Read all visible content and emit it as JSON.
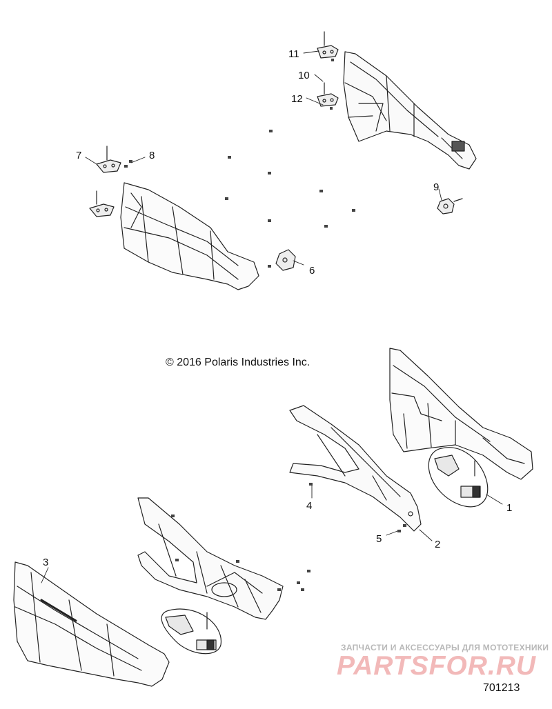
{
  "diagram": {
    "copyright": "© 2016 Polaris Industries Inc.",
    "drawing_number": "701213",
    "callouts": [
      {
        "id": "1",
        "label": "1"
      },
      {
        "id": "2",
        "label": "2"
      },
      {
        "id": "3",
        "label": "3"
      },
      {
        "id": "4",
        "label": "4"
      },
      {
        "id": "5",
        "label": "5"
      },
      {
        "id": "6",
        "label": "6"
      },
      {
        "id": "7",
        "label": "7"
      },
      {
        "id": "8",
        "label": "8"
      },
      {
        "id": "9",
        "label": "9"
      },
      {
        "id": "10",
        "label": "10"
      },
      {
        "id": "11",
        "label": "11"
      },
      {
        "id": "12",
        "label": "12"
      }
    ]
  },
  "watermark": {
    "tagline": "ЗАПЧАСТИ И АКСЕССУАРЫ ДЛЯ МОТОТЕХНИКИ",
    "logo": "PARTSFOR.RU",
    "color": "#e36b6b"
  }
}
